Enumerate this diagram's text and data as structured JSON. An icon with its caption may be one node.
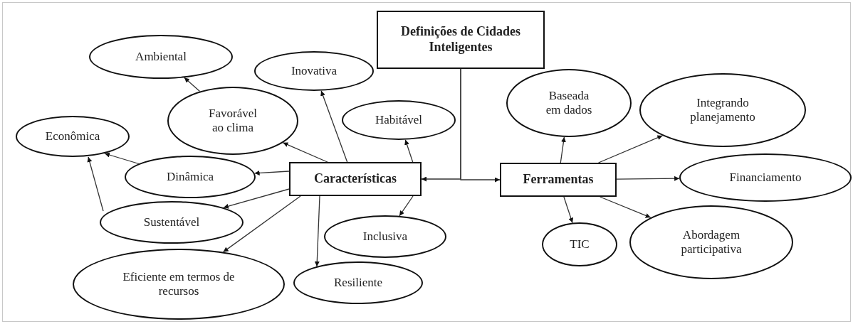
{
  "diagram": {
    "nodes": [
      {
        "text": [
          "Definições de Cidades Inteligentes"
        ]
      },
      {
        "text": [
          "Características"
        ]
      },
      {
        "text": [
          "Ferramentas"
        ]
      },
      {
        "text": [
          "Ambiental"
        ]
      },
      {
        "text": [
          "Inovativa"
        ]
      },
      {
        "text": [
          "Favorável ao clima"
        ]
      },
      {
        "text": [
          "Habitável"
        ]
      },
      {
        "text": [
          "Econômica"
        ]
      },
      {
        "text": [
          "Dinâmica"
        ]
      },
      {
        "text": [
          "Sustentável"
        ]
      },
      {
        "text": [
          "Eficiente em termos de recursos"
        ]
      },
      {
        "text": [
          "Inclusiva"
        ]
      },
      {
        "text": [
          "Resiliente"
        ]
      },
      {
        "text": [
          "Baseada em dados"
        ]
      },
      {
        "text": [
          "Integrando planejamento"
        ]
      },
      {
        "text": [
          "Financiamento"
        ]
      },
      {
        "text": [
          "TIC"
        ]
      },
      {
        "text": [
          "Abordagem participativa"
        ]
      }
    ],
    "edges": [
      {
        "from": 0,
        "to": 1,
        "arrow": "to"
      },
      {
        "from": 0,
        "to": 2,
        "arrow": "to"
      },
      {
        "from": 1,
        "to": 5,
        "arrow": "to"
      },
      {
        "from": 1,
        "to": 4,
        "arrow": "to"
      },
      {
        "from": 1,
        "to": 6,
        "arrow": "to"
      },
      {
        "from": 1,
        "to": 8,
        "arrow": "to"
      },
      {
        "from": 1,
        "to": 9,
        "arrow": "to"
      },
      {
        "from": 1,
        "to": 10,
        "arrow": "to"
      },
      {
        "from": 1,
        "to": 12,
        "arrow": "to"
      },
      {
        "from": 1,
        "to": 11,
        "arrow": "to"
      },
      {
        "from": 5,
        "to": 3,
        "arrow": "to"
      },
      {
        "from": 8,
        "to": 7,
        "arrow": "to"
      },
      {
        "from": 9,
        "to": 7,
        "arrow": "to"
      },
      {
        "from": 2,
        "to": 13,
        "arrow": "to"
      },
      {
        "from": 2,
        "to": 14,
        "arrow": "to"
      },
      {
        "from": 2,
        "to": 15,
        "arrow": "to"
      },
      {
        "from": 2,
        "to": 16,
        "arrow": "to"
      },
      {
        "from": 2,
        "to": 17,
        "arrow": "to"
      }
    ]
  }
}
